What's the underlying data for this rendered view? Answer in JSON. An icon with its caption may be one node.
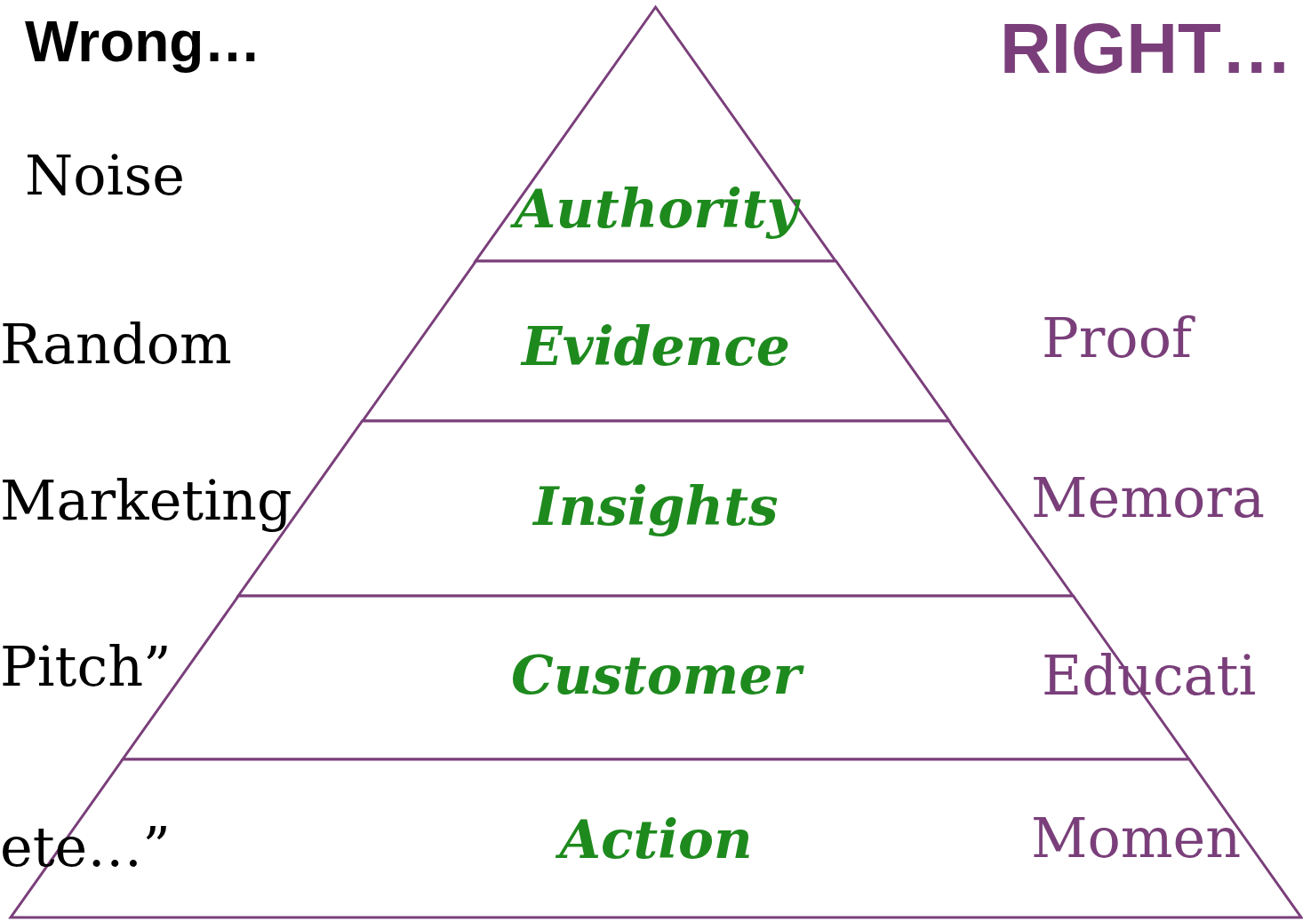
{
  "diagram": {
    "nodes": [
      {
        "text": [
          "Authority"
        ]
      },
      {
        "text": [
          "Evidence"
        ]
      },
      {
        "text": [
          "Insights"
        ]
      },
      {
        "text": [
          "Customer"
        ]
      },
      {
        "text": [
          "Action"
        ]
      }
    ],
    "edges": [],
    "labels": [
      "Wrong…",
      "RIGHT…",
      "Noise",
      "Random",
      "Proof",
      "Marketing",
      "Memora",
      "Pitch”",
      "Educati",
      "ete…”",
      "Momen"
    ]
  }
}
